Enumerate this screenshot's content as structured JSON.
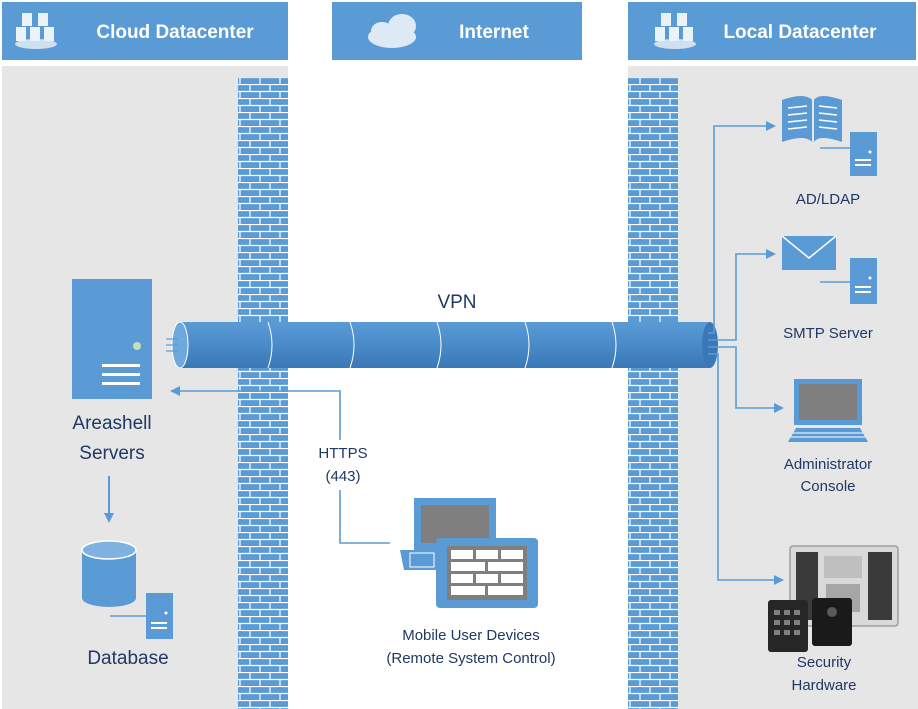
{
  "headers": {
    "cloud": "Cloud Datacenter",
    "internet": "Internet",
    "local": "Local Datacenter"
  },
  "tunnel": {
    "label": "VPN"
  },
  "protocol": {
    "line1": "HTTPS",
    "line2": "(443)"
  },
  "cloud_nodes": {
    "servers_line1": "Areashell",
    "servers_line2": "Servers",
    "database": "Database"
  },
  "mobile": {
    "line1": "Mobile User Devices",
    "line2": "(Remote System Control)"
  },
  "local_nodes": {
    "ad_ldap": "AD/LDAP",
    "smtp": "SMTP Server",
    "admin_line1": "Administrator",
    "admin_line2": "Console",
    "security_line1": "Security",
    "security_line2": "Hardware"
  },
  "colors": {
    "header_blue": "#5b9bd5",
    "wall_blue": "#5b9bd5",
    "zone_gray": "#e7e6e6",
    "text_navy": "#1f3864",
    "arrow_blue": "#5b9bd5"
  }
}
